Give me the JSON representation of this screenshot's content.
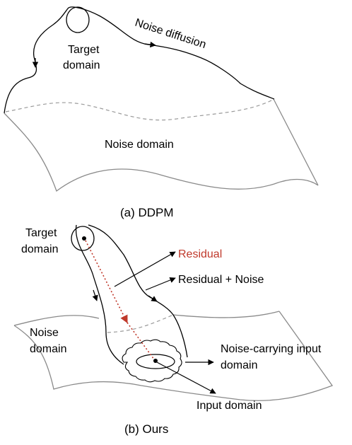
{
  "panel_a": {
    "caption": "(a) DDPM",
    "target_label_line1": "Target",
    "target_label_line2": "domain",
    "noise_diffusion_label": "Noise diffusion",
    "noise_domain_label": "Noise domain"
  },
  "panel_b": {
    "caption": "(b) Ours",
    "target_label_line1": "Target",
    "target_label_line2": "domain",
    "residual_label": "Residual",
    "residual_noise_label": "Residual + Noise",
    "noise_label_line1": "Noise",
    "noise_label_line2": "domain",
    "noise_carrying_line1": "Noise-carrying input",
    "noise_carrying_line2": "domain",
    "input_domain_label": "Input domain"
  },
  "colors": {
    "residual": "#c0392b",
    "sheet": "#8a8a8a"
  }
}
